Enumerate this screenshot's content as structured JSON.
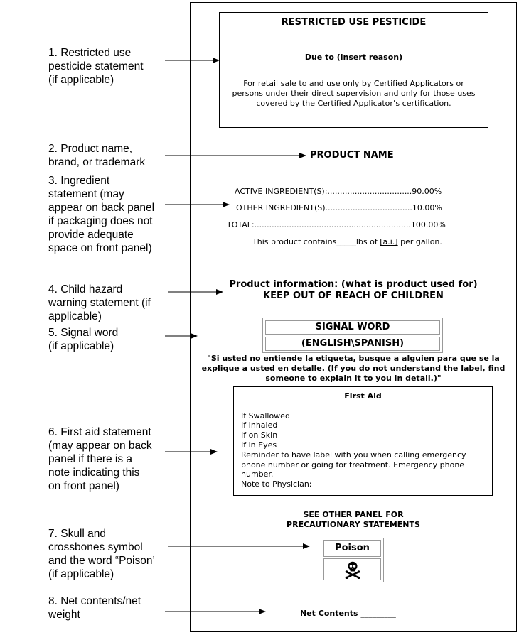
{
  "annotations": [
    {
      "text": "1. Restricted use\npesticide statement\n(if applicable)"
    },
    {
      "text": "2. Product name,\nbrand, or trademark"
    },
    {
      "text": "3. Ingredient\nstatement (may\nappear on back panel\nif packaging does not\nprovide adequate\nspace on front panel)"
    },
    {
      "text": "4. Child hazard\nwarning statement (if\napplicable)"
    },
    {
      "text": "5. Signal word\n(if applicable)"
    },
    {
      "text": "6. First aid statement\n(may appear on back\npanel if there is a\nnote indicating this\non front panel)"
    },
    {
      "text": "7. Skull and\ncrossbones symbol\nand the word “Poison’\n(if applicable)"
    },
    {
      "text": "8. Net contents/net\nweight"
    }
  ],
  "label": {
    "restricted": {
      "title": "RESTRICTED USE PESTICIDE",
      "due_to": "Due to (insert reason)",
      "text": "For retail sale to and use only by Certified Applicators or persons under their direct supervision and only for those uses covered by the Certified Applicator’s certification."
    },
    "product_name": "PRODUCT NAME",
    "ingredients": {
      "active": "ACTIVE INGREDIENT(S):..................................90.00%",
      "other": "OTHER INGREDIENT(S)...................................10.00%",
      "total": "TOTAL:...............................................................100.00%",
      "contains_prefix": "This product contains_____lbs of ",
      "contains_ai": "[a.i.]",
      "contains_suffix": " per gallon."
    },
    "product_info": "Product information: (what is product used for)",
    "keep_out": "KEEP OUT OF REACH OF CHILDREN",
    "signal_word": "SIGNAL WORD",
    "english_spanish": "(ENGLISH\\SPANISH)",
    "spanish_statement": "\"Si usted no entiende la etiqueta, busque a alguien para que se la explique a usted en detalle. (If you do not understand the label, find someone to explain it to you in detail.)\"",
    "first_aid": {
      "title": "First Aid",
      "items": [
        "If Swallowed",
        "If Inhaled",
        "If on Skin",
        "If in Eyes"
      ],
      "reminder": "Reminder to have label with you when calling emergency phone number or going for treatment. Emergency phone number.",
      "note": "Note to Physician:"
    },
    "see_other_1": "SEE OTHER PANEL FOR",
    "see_other_2": "PRECAUTIONARY STATEMENTS",
    "poison": "Poison",
    "skull_icon": "skull-crossbones-icon",
    "net_contents": "Net Contents _________"
  }
}
